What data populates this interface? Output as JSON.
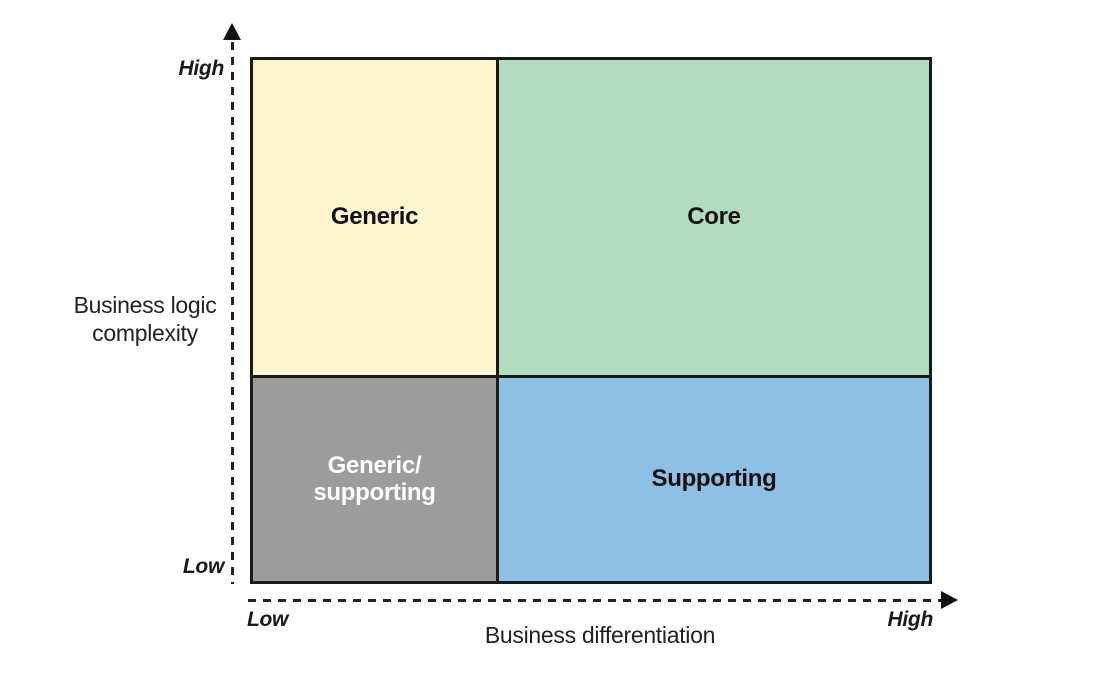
{
  "axes": {
    "y": {
      "title_lines": [
        "Business logic",
        "complexity"
      ],
      "high_label": "High",
      "low_label": "Low"
    },
    "x": {
      "title": "Business differentiation",
      "low_label": "Low",
      "high_label": "High"
    }
  },
  "quadrants": [
    {
      "id": "generic",
      "position": "top-left",
      "label_lines": [
        "Generic"
      ],
      "color": "#FCF6CE",
      "text_color": "#111111"
    },
    {
      "id": "core",
      "position": "top-right",
      "label_lines": [
        "Core"
      ],
      "color": "#B1DCC0",
      "text_color": "#111111"
    },
    {
      "id": "generic-supporting",
      "position": "bottom-left",
      "label_lines": [
        "Generic/",
        "supporting"
      ],
      "color": "#9C9C9A",
      "text_color": "#FFFFFF"
    },
    {
      "id": "supporting",
      "position": "bottom-right",
      "label_lines": [
        "Supporting"
      ],
      "color": "#8CC0E4",
      "text_color": "#111111"
    }
  ],
  "colors": {
    "line": "#1A1A1A",
    "background": "#FFFFFF"
  }
}
